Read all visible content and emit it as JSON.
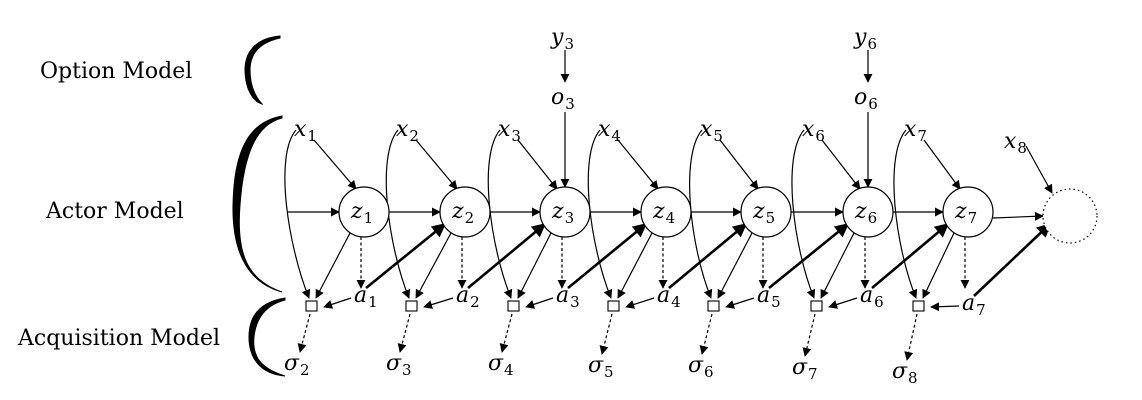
{
  "sections": {
    "option": "Option Model",
    "actor": "Actor Model",
    "acquisition": "Acquisition Model"
  },
  "timesteps": [
    {
      "x": "x",
      "x_sub": "1",
      "z": "z",
      "z_sub": "1",
      "a": "a",
      "a_sub": "1",
      "sigma": "σ",
      "sigma_sub": "2"
    },
    {
      "x": "x",
      "x_sub": "2",
      "z": "z",
      "z_sub": "2",
      "a": "a",
      "a_sub": "2",
      "sigma": "σ",
      "sigma_sub": "3"
    },
    {
      "x": "x",
      "x_sub": "3",
      "z": "z",
      "z_sub": "3",
      "a": "a",
      "a_sub": "3",
      "sigma": "σ",
      "sigma_sub": "4",
      "o": "o",
      "o_sub": "3",
      "y": "y",
      "y_sub": "3"
    },
    {
      "x": "x",
      "x_sub": "4",
      "z": "z",
      "z_sub": "4",
      "a": "a",
      "a_sub": "4",
      "sigma": "σ",
      "sigma_sub": "5"
    },
    {
      "x": "x",
      "x_sub": "5",
      "z": "z",
      "z_sub": "5",
      "a": "a",
      "a_sub": "5",
      "sigma": "σ",
      "sigma_sub": "6"
    },
    {
      "x": "x",
      "x_sub": "6",
      "z": "z",
      "z_sub": "6",
      "a": "a",
      "a_sub": "6",
      "sigma": "σ",
      "sigma_sub": "7",
      "o": "o",
      "o_sub": "6",
      "y": "y",
      "y_sub": "6"
    },
    {
      "x": "x",
      "x_sub": "7",
      "z": "z",
      "z_sub": "7",
      "a": "a",
      "a_sub": "7",
      "sigma": "σ",
      "sigma_sub": "8"
    }
  ],
  "final": {
    "x": "x",
    "x_sub": "8"
  }
}
